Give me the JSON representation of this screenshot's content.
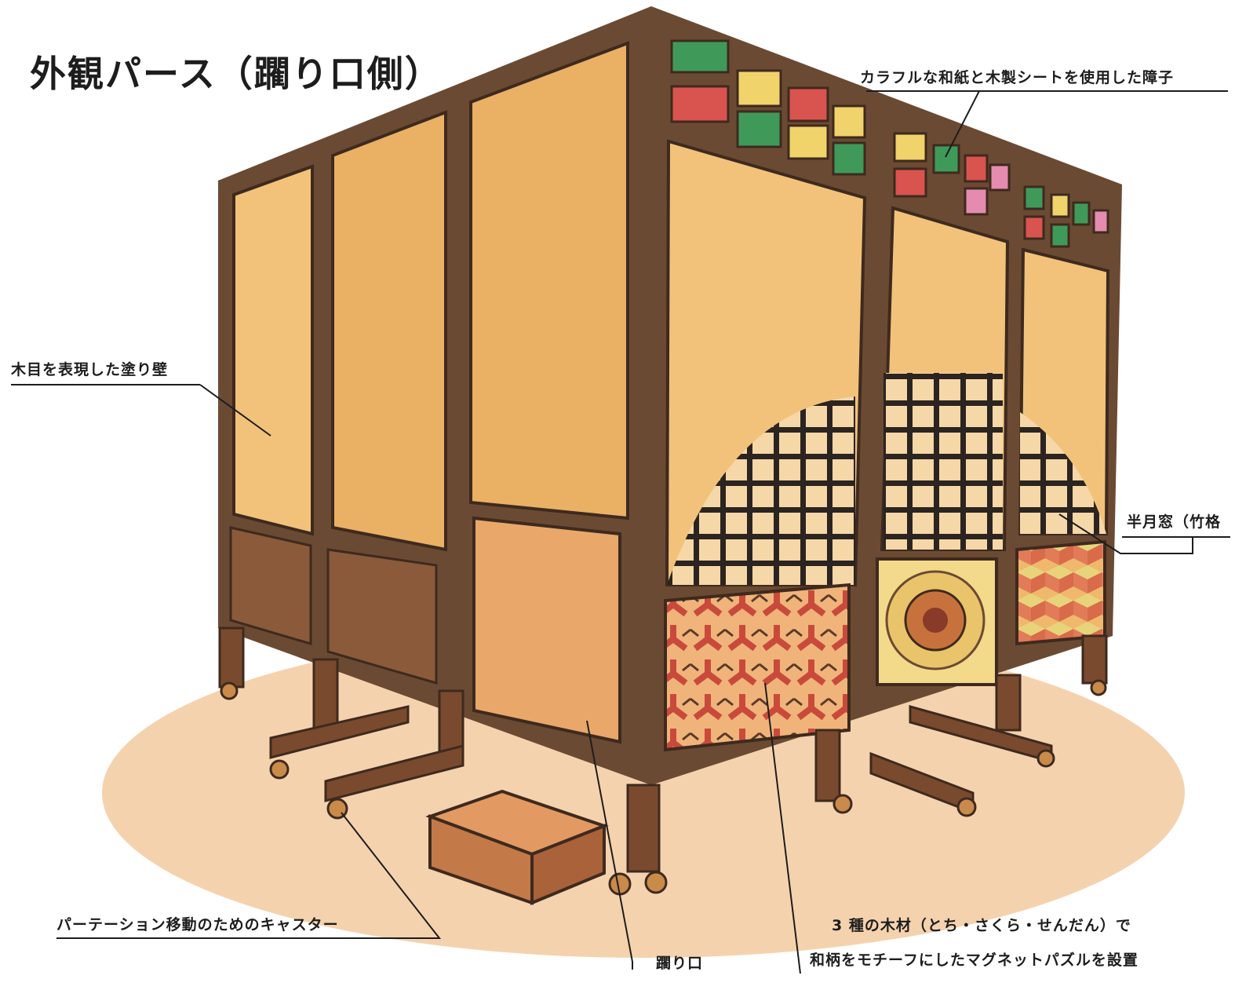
{
  "title": "外観パース（躙り口側）",
  "annotations": {
    "shoji": "カラフルな和紙と木製シートを使用した障子",
    "wall": "木目を表現した塗り壁",
    "half_moon": "半月窓（竹格",
    "caster": "パーテーション移動のためのキャスター",
    "nijiriguchi": "躙り口",
    "wood_line1": "3 種の木材（とち・さくら・せんだん）で",
    "wood_line2": "和柄をモチーフにしたマグネットパズルを設置"
  },
  "colors": {
    "frame": "#6b4a33",
    "frame_dark": "#3e2a1e",
    "panel": "#f2c27a",
    "panel_alt": "#eab064",
    "lattice": "#2b2420",
    "floor": "#f3c79a",
    "green": "#3f9a5a",
    "red": "#d9534f",
    "yellow": "#f1d36b",
    "pink": "#e58bb0"
  }
}
